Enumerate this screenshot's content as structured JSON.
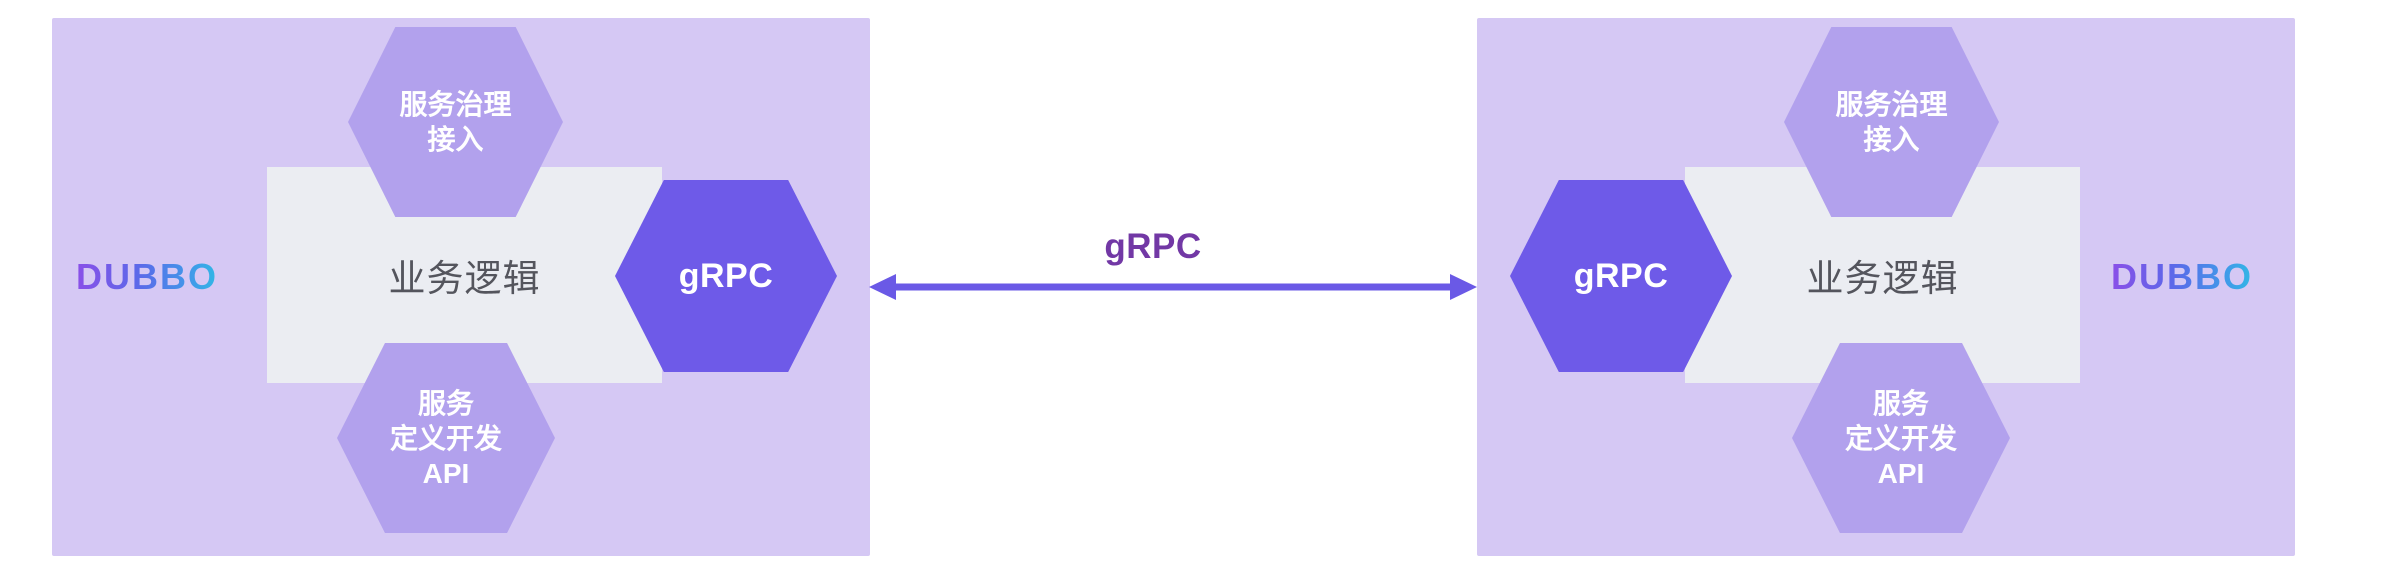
{
  "connection": {
    "label": "gRPC"
  },
  "apps": {
    "left": {
      "brand": "DUBBO",
      "governance_hexagon": "服务治理\n接入",
      "business_logic": "业务逻辑",
      "protocol_hexagon": "gRPC",
      "api_hexagon": "服务\n定义开发\nAPI"
    },
    "right": {
      "brand": "DUBBO",
      "governance_hexagon": "服务治理\n接入",
      "business_logic": "业务逻辑",
      "protocol_hexagon": "gRPC",
      "api_hexagon": "服务\n定义开发\nAPI"
    }
  },
  "colors": {
    "box_background": "#d5c8f4",
    "hexagon_light": "#b2a1ed",
    "hexagon_dark": "#6e5ae8",
    "panel_background": "#ebedf2",
    "panel_text": "#54555d",
    "arrow": "#6a59e6",
    "connection_label_text": "#7238a5",
    "logo_gradient_start": "#8a4fe8",
    "logo_gradient_mid": "#3e9ee9",
    "logo_gradient_end": "#21d8e0"
  }
}
